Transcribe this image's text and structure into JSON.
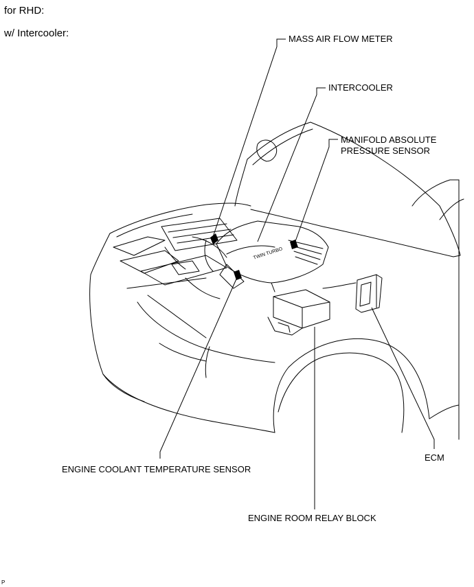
{
  "header": {
    "line1": "for RHD:",
    "line2": "w/ Intercooler:"
  },
  "labels": {
    "mass_air_flow_meter": "MASS AIR FLOW METER",
    "intercooler": "INTERCOOLER",
    "manifold_absolute_line1": "MANIFOLD ABSOLUTE",
    "manifold_absolute_line2": "PRESSURE SENSOR",
    "engine_coolant_temp": "ENGINE COOLANT TEMPERATURE SENSOR",
    "engine_room_relay_block": "ENGINE ROOM RELAY BLOCK",
    "ecm": "ECM"
  },
  "engine_cover_text": "TWIN TURBO",
  "footer_code": "P"
}
